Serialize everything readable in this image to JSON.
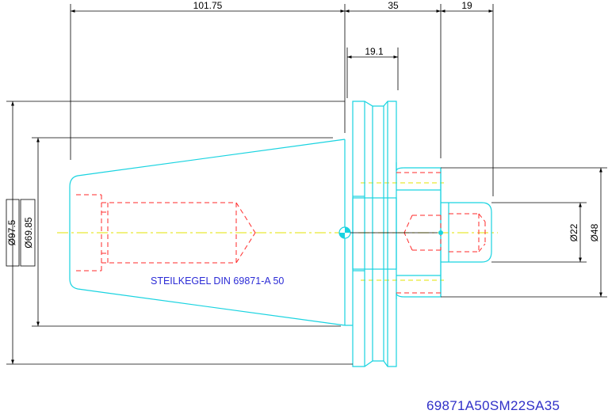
{
  "colors": {
    "outline": "#19d3e0",
    "hidden": "#ff2a2a",
    "center": "#e3e300",
    "dimension": "#000000",
    "note": "#2b2bd6",
    "code": "#3030c8"
  },
  "dimensions": {
    "length_taper": "101.75",
    "length_flange": "35",
    "length_shank": "19",
    "width_groove": "19.1",
    "dia_flange": "Ø97.5",
    "dia_taper": "Ø69.85",
    "dia_shank_outer": "Ø48",
    "dia_shank_inner": "Ø22"
  },
  "note": "STEILKEGEL DIN 69871-A 50",
  "part_code": "69871A50SM22SA35"
}
